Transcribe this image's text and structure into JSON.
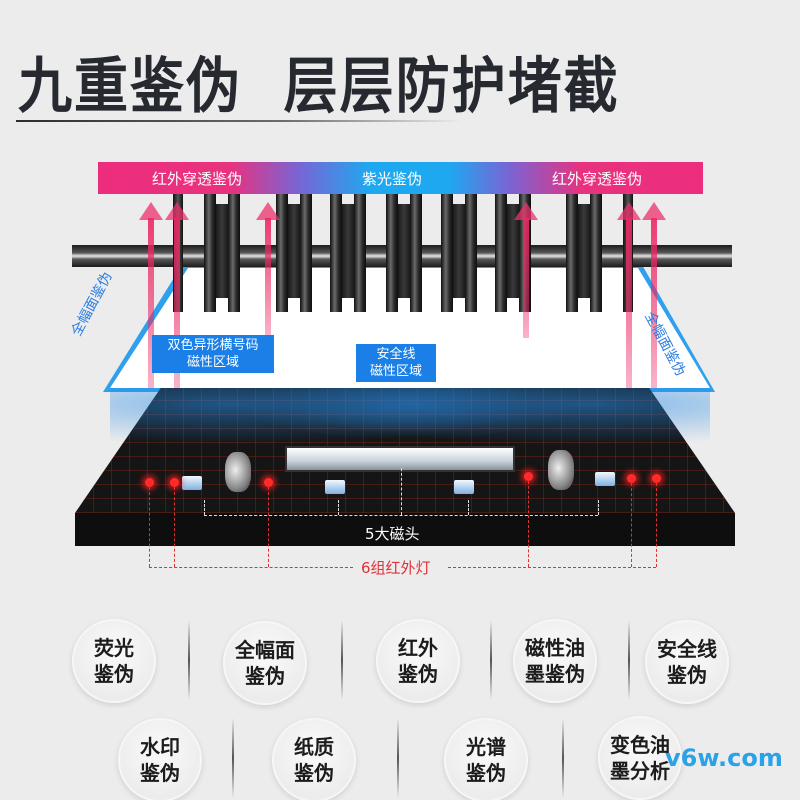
{
  "header": {
    "title": "九重鉴伪  层层防护堵截"
  },
  "banner": {
    "left": "红外穿透鉴伪",
    "center": "紫光鉴伪",
    "right": "红外穿透鉴伪",
    "colors": {
      "pink": "#ec2d7d",
      "blue": "#1ea8f0"
    }
  },
  "diagram": {
    "side_left": "全幅面鉴伪",
    "side_right": "全幅面鉴伪",
    "zone_left": {
      "line1": "双色异形横号码",
      "line2": "磁性区域"
    },
    "zone_center": {
      "line1": "安全线",
      "line2": "磁性区域"
    },
    "magnetic_heads_label": "5大磁头",
    "ir_lights_label": "6组红外灯"
  },
  "features": {
    "row1": [
      {
        "line1": "荧光",
        "line2": "鉴伪"
      },
      {
        "line1": "全幅面",
        "line2": "鉴伪"
      },
      {
        "line1": "红外",
        "line2": "鉴伪"
      },
      {
        "line1": "磁性油",
        "line2": "墨鉴伪"
      },
      {
        "line1": "安全线",
        "line2": "鉴伪"
      }
    ],
    "row2": [
      {
        "line1": "水印",
        "line2": "鉴伪"
      },
      {
        "line1": "纸质",
        "line2": "鉴伪"
      },
      {
        "line1": "光谱",
        "line2": "鉴伪"
      },
      {
        "line1": "变色油",
        "line2": "墨分析"
      }
    ]
  },
  "watermark": "v6w.com"
}
